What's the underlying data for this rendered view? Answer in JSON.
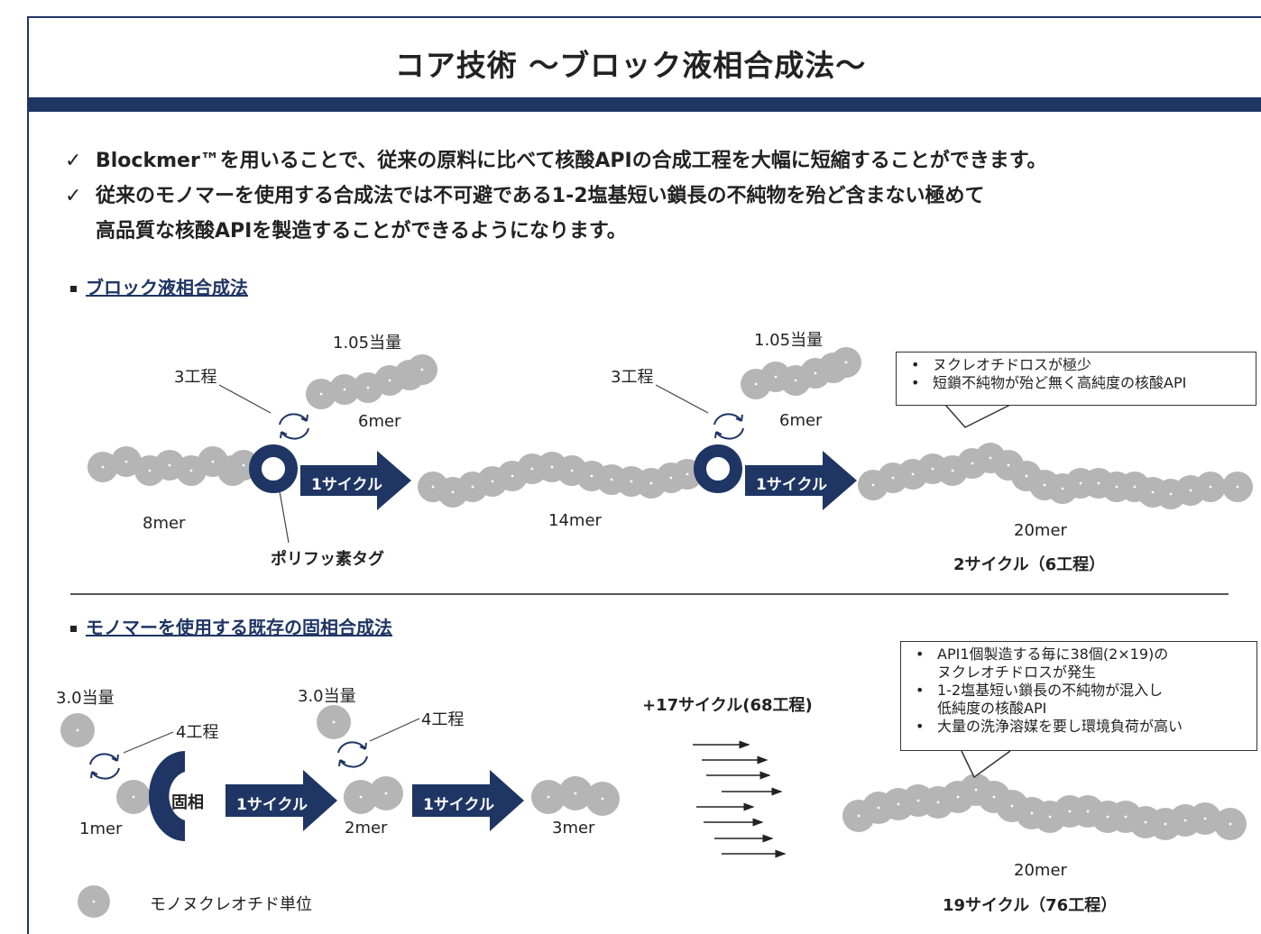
{
  "title": "コア技術 〜ブロック液相合成法〜",
  "bullets": [
    "Blockmer™を用いることで、従来の原料に比べて核酸APIの合成工程を大幅に短縮することができます。",
    "従来のモノマーを使用する合成法では不可避である1-2塩基短い鎖長の不純物を殆ど含まない極めて",
    "高品質な核酸APIを製造することができるようになります。"
  ],
  "check_mark": "✓",
  "block_section": {
    "heading": "ブロック液相合成法",
    "equiv_1": "1.05当量",
    "equiv_2": "1.05当量",
    "steps_1": "3工程",
    "steps_2": "3工程",
    "mer6_1": "6mer",
    "mer6_2": "6mer",
    "mer8": "8mer",
    "mer14": "14mer",
    "mer20": "20mer",
    "tag_label": "ポリフッ素タグ",
    "cycle_1": "1サイクル",
    "cycle_2": "1サイクル",
    "total": "2サイクル（6工程）",
    "callout": [
      "ヌクレオチドロスが極少",
      "短鎖不純物が殆ど無く高純度の核酸API"
    ]
  },
  "solid_section": {
    "heading": "モノマーを使用する既存の固相合成法",
    "equiv_1": "3.0当量",
    "equiv_2": "3.0当量",
    "steps_1": "4工程",
    "steps_2": "4工程",
    "solid_label": "固相",
    "cycle_1": "1サイクル",
    "cycle_2": "1サイクル",
    "mer1": "1mer",
    "mer2": "2mer",
    "mer3": "3mer",
    "more_cycles": "+17サイクル(68工程)",
    "mer20": "20mer",
    "total": "19サイクル（76工程）",
    "callout": [
      "API1個製造する毎に38個(2×19)の",
      "ヌクレオチドロスが発生",
      "1-2塩基短い鎖長の不純物が混入し",
      "低純度の核酸API",
      "大量の洗浄溶媒を要し環境負荷が高い"
    ]
  },
  "legend": {
    "label": "モノヌクレオチド単位"
  },
  "colors": {
    "navy": "#1f3564",
    "bead": "#b5b5b5"
  }
}
